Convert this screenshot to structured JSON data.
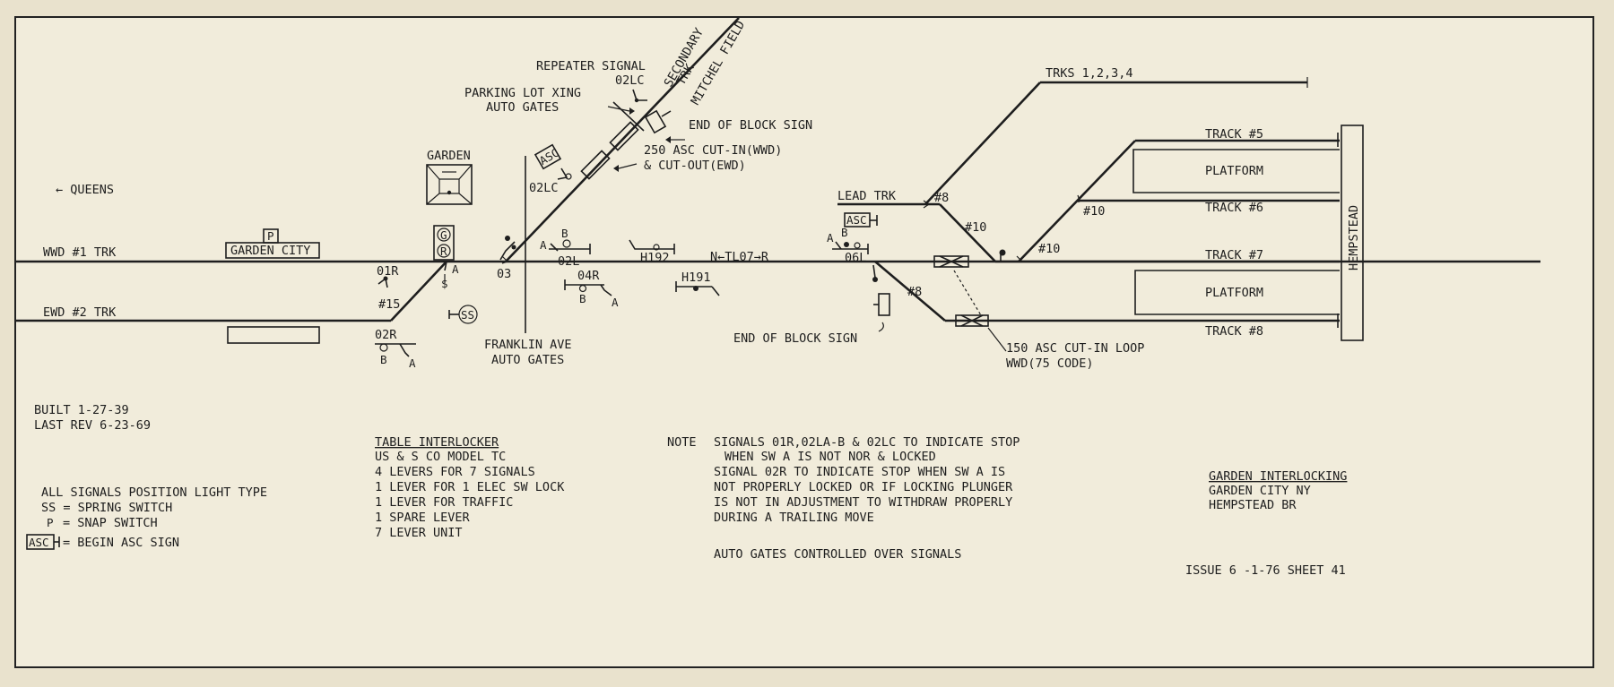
{
  "labels": {
    "queens": "← QUEENS",
    "wwd1": "WWD #1 TRK",
    "ewd2": "EWD #2 TRK",
    "garden_city_sta": "GARDEN CITY",
    "p_mark": "P",
    "garden": "GARDEN",
    "g": "G",
    "r": "R",
    "a": "A",
    "b": "B",
    "s": "$",
    "ss": "SS",
    "n01r": "01R",
    "n15": "#15",
    "n02r": "02R",
    "n03": "03",
    "n02l": "02L",
    "n02lc": "02LC",
    "n04r": "04R",
    "h192": "H192",
    "h191": "H191",
    "tl07": "N←TL07→R",
    "n06l": "06L",
    "n8a": "#8",
    "n8b": "#8",
    "n10a": "#10",
    "n10b": "#10",
    "n10c": "#10",
    "asc": "ASC",
    "secondary": "SECONDARY",
    "trk": "TRK",
    "mitchel": "MITCHEL FIELD",
    "repeater1": "REPEATER SIGNAL",
    "repeater2": "02LC",
    "parking1": "PARKING LOT XING",
    "parking2": "AUTO GATES",
    "eob1": "END OF BLOCK SIGN",
    "cutin1": "250 ASC CUT-IN(WWD)",
    "cutin2": "& CUT-OUT(EWD)",
    "franklin1": "FRANKLIN AVE",
    "franklin2": "AUTO GATES",
    "lead_trk": "LEAD TRK",
    "trks1234": "TRKS 1,2,3,4",
    "track5": "TRACK #5",
    "track6": "TRACK #6",
    "track7": "TRACK #7",
    "track8": "TRACK #8",
    "platform1": "PLATFORM",
    "platform2": "PLATFORM",
    "hempstead": "HEMPSTEAD",
    "eob2": "END OF BLOCK SIGN",
    "loop1": "150 ASC CUT-IN LOOP",
    "loop2": "WWD(75 CODE)"
  },
  "notes": {
    "built": "BUILT 1-27-39",
    "last_rev": "LAST REV 6-23-69",
    "table_title": "TABLE INTERLOCKER",
    "table_lines": [
      "US & S CO MODEL TC",
      "4 LEVERS FOR 7 SIGNALS",
      "1 LEVER FOR 1 ELEC SW LOCK",
      "1 LEVER FOR TRAFFIC",
      "1 SPARE LEVER",
      "7 LEVER UNIT"
    ],
    "note_label": "NOTE",
    "note_lines": [
      "SIGNALS 01R,02LA-B & 02LC TO INDICATE STOP",
      "WHEN SW A IS NOT NOR & LOCKED",
      "SIGNAL 02R TO INDICATE STOP WHEN SW A IS",
      "NOT PROPERLY LOCKED OR IF LOCKING PLUNGER",
      "IS NOT IN ADJUSTMENT TO WITHDRAW PROPERLY",
      "DURING A TRAILING MOVE"
    ],
    "auto_gates": "AUTO GATES CONTROLLED OVER SIGNALS",
    "legend_title": "ALL SIGNALS POSITION LIGHT TYPE",
    "legend_ss": "SS = SPRING SWITCH",
    "legend_snap": "= SNAP SWITCH",
    "legend_asc": "= BEGIN ASC SIGN",
    "legend_asc_box": "ASC",
    "legend_p": "P",
    "title_main": "GARDEN INTERLOCKING",
    "title_sub1": "GARDEN CITY NY",
    "title_sub2": "HEMPSTEAD BR",
    "issue": "ISSUE 6 -1-76  SHEET 41"
  }
}
